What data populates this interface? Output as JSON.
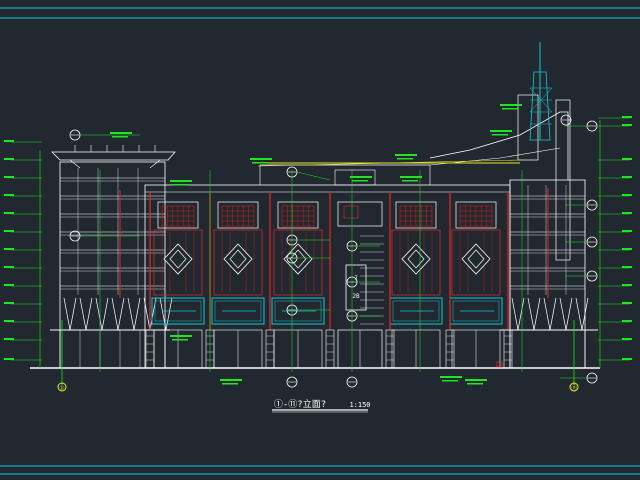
{
  "drawing": {
    "title": "①-⑪?立面?",
    "scale": "1:150",
    "axis_left": "①",
    "axis_right": "⑪"
  },
  "colors": {
    "background": "#212830",
    "border": "#23c3d6",
    "outline": "#ffffff",
    "dimension": "#1ee61e",
    "column": "#e12828",
    "grille": "#c81e1e",
    "glass": "#14c8d2",
    "accent": "#e6e628",
    "marker": "#ffffff"
  },
  "annotations": {
    "sign_a": "7",
    "sign_b": "2B"
  }
}
